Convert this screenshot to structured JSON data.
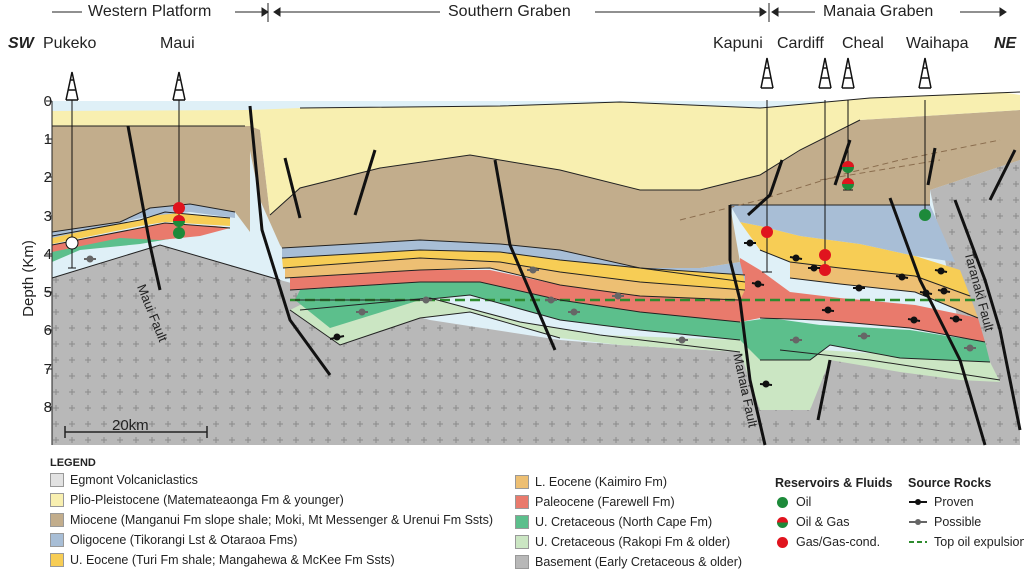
{
  "segments": {
    "western": "Western Platform",
    "southern": "Southern Graben",
    "manaia": "Manaia Graben"
  },
  "directions": {
    "left": "SW",
    "right": "NE"
  },
  "wells": [
    "Pukeko",
    "Maui",
    "Kapuni",
    "Cardiff",
    "Cheal",
    "Waihapa"
  ],
  "axis": {
    "label": "Depth (Km)",
    "ticks": [
      "0",
      "1",
      "2",
      "3",
      "4",
      "5",
      "6",
      "7",
      "8"
    ]
  },
  "faults": {
    "maui": "Maui Fault",
    "manaia": "Manaia Fault",
    "taranaki": "Taranaki Fault"
  },
  "scale_bar": "20km",
  "colors": {
    "volcanic": "#e2e2e2",
    "plio": "#f8efb0",
    "miocene": "#c2ad8c",
    "oligocene": "#a8bed6",
    "ueocene": "#f7cd55",
    "leocene": "#edbf73",
    "paleocene": "#e97a6c",
    "ucret_north": "#5cbf8c",
    "ucret_rakopi": "#cbe6c3",
    "basement": "#b8b8b8",
    "oil": "#1d8a3a",
    "gas": "#e0141e",
    "top_oil": "#2e8b2e"
  },
  "legend": {
    "title": "LEGEND",
    "units": [
      {
        "label": "Egmont Volcaniclastics"
      },
      {
        "label": "Plio-Pleistocene (Matemateaonga Fm & younger)"
      },
      {
        "label": "Miocene (Manganui Fm slope shale; Moki, Mt Messenger & Urenui Fm Ssts)"
      },
      {
        "label": "Oligocene (Tikorangi Lst & Otaraoa Fms)"
      },
      {
        "label": "U. Eocene (Turi Fm shale; Mangahewa & McKee Fm Ssts)"
      },
      {
        "label": "L. Eocene (Kaimiro Fm)"
      },
      {
        "label": "Paleocene (Farewell Fm)"
      },
      {
        "label": "U. Cretaceous (North Cape Fm)"
      },
      {
        "label": "U. Cretaceous (Rakopi Fm & older)"
      },
      {
        "label": "Basement (Early Cretaceous & older)"
      }
    ],
    "reservoirs_title": "Reservoirs & Fluids",
    "reservoirs": [
      "Oil",
      "Oil & Gas",
      "Gas/Gas-cond."
    ],
    "source_title": "Source Rocks",
    "source": [
      "Proven",
      "Possible",
      "Top oil expulsion"
    ]
  }
}
